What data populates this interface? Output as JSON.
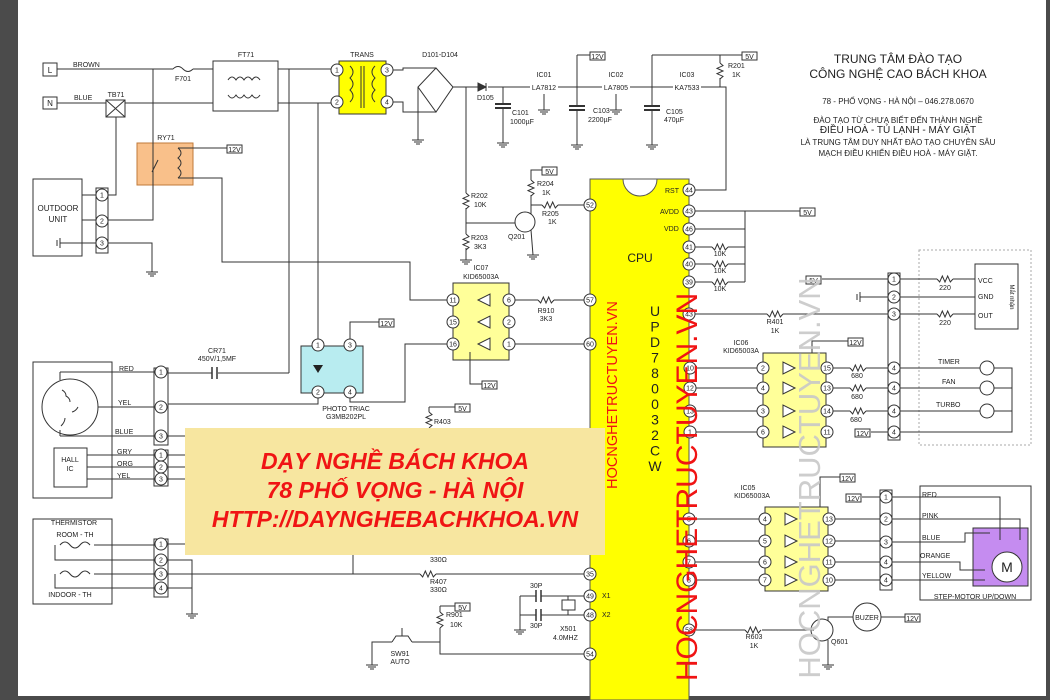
{
  "header": {
    "line1": "TRUNG TÂM ĐÀO TẠO",
    "line2": "CÔNG NGHỆ CAO BÁCH KHOA",
    "address": "78 - PHỐ VỌNG - HÀ NỘI – 046.278.0670",
    "tag1": "ĐÀO TẠO TỪ CHƯA BIẾT ĐẾN THÀNH NGHỀ",
    "tag2": "ĐIỀU HOÀ - TỦ LẠNH - MÁY GIẶT",
    "tag3": "LÀ TRUNG TÂM DUY NHẤT ĐÀO TẠO CHUYÊN SÂU",
    "tag4": "MẠCH ĐIỀU KHIỂN ĐIỀU HOÀ - MÁY GIẶT."
  },
  "banner": {
    "line1": "DẠY NGHỀ BÁCH KHOA",
    "line2": "78 PHỐ VỌNG - HÀ NỘI",
    "line3": "HTTP://DAYNGHEBACHKHOA.VN"
  },
  "watermarks": {
    "small": "HOCNGHETRUCTUYEN.VN",
    "large": "HOCNGHETRUCTUYEN.VN",
    "gray": "HOCNGHETRUCTUYEN.VN"
  },
  "cpu": {
    "label": "CPU",
    "part": "UPD780032CW"
  },
  "colors": {
    "cpu": "#ffff00",
    "ic": "#ffff99",
    "relay": "#f9c08a",
    "triac": "#b8ecf0",
    "motor": "#c58cf0",
    "banner": "#f7e6a0",
    "watermark_red": "#f01414"
  },
  "labels": {
    "L": "L",
    "N": "N",
    "brown": "BROWN",
    "blue_in": "BLUE",
    "tb71": "TB71",
    "f701": "F701",
    "ft71": "FT71",
    "trans": "TRANS",
    "d101": "D101-D104",
    "d105": "D105",
    "c101": "C101",
    "c101v": "1000µF",
    "ic01": "IC01",
    "la7812": "LA7812",
    "ic02": "IC02",
    "la7805": "LA7805",
    "ic03": "IC03",
    "ka7533": "KA7533",
    "c103": "C103",
    "c103v": "2200µF",
    "c105": "C105",
    "c105v": "470µF",
    "r201": "R201",
    "r201v": "1K",
    "ry71": "RY71",
    "outdoor1": "OUTDOOR",
    "outdoor2": "UNIT",
    "r202": "R202",
    "r202v": "10K",
    "r203": "R203",
    "r203v": "3K3",
    "q201": "Q201",
    "r204": "R204",
    "r204v": "1K",
    "r205": "R205",
    "r205v": "1K",
    "ic07": "IC07",
    "ic07p": "KID65003A",
    "r910": "R910",
    "r910v": "3K3",
    "pt1": "PHOTO TRIAC",
    "pt2": "G3MB202PL",
    "cr71": "CR71",
    "cr71v": "450V/1,5MF",
    "red": "RED",
    "yel": "YEL",
    "blue": "BLUE",
    "hall1": "HALL",
    "hall2": "IC",
    "gry": "GRY",
    "org": "ORG",
    "yel2": "YEL",
    "therm": "THERMISTOR",
    "room": "ROOM - TH",
    "indoor": "INDOOR - TH",
    "r403": "R403",
    "r407v0": "330Ω",
    "r407": "R407",
    "r407v": "330Ω",
    "c30a": "30P",
    "c30b": "30P",
    "x501": "X501",
    "x501v": "4.0MHZ",
    "x1": "X1",
    "x2": "X2",
    "r901": "R901",
    "r901v": "10K",
    "sw91": "SW91",
    "auto": "AUTO",
    "rst": "RST",
    "avdd": "AVDD",
    "vdd": "VDD",
    "r10k1": "10K",
    "r10k2": "10K",
    "r10k3": "10K",
    "r401": "R401",
    "r401v": "1K",
    "ic06": "IC06",
    "ic06p": "KID65003A",
    "r680a": "680",
    "r680b": "680",
    "r680c": "680",
    "vcc": "VCC",
    "gnd": "GND",
    "out": "OUT",
    "r220a": "220",
    "r220b": "220",
    "sensor": "Mắt nhận",
    "timer": "TIMER",
    "fan": "FAN",
    "turbo": "TURBO",
    "ic05": "IC05",
    "ic05p": "KID65003A",
    "m_red": "RED",
    "m_pink": "PINK",
    "m_blue": "BLUE",
    "m_orange": "ORANGE",
    "m_yellow": "YELLOW",
    "motor": "M",
    "stepmotor": "STEP-MOTOR UP/DOWN",
    "buzer": "BUZER",
    "r603": "R603",
    "r603v": "1K",
    "q601": "Q601"
  },
  "tags": [
    "12V",
    "5V",
    "12V",
    "5V",
    "12V",
    "12V",
    "5V",
    "5V",
    "5V",
    "5V",
    "12V",
    "12V",
    "12V",
    "12V",
    "12V",
    "12V"
  ],
  "pins": [
    "1",
    "2",
    "3",
    "4",
    "1",
    "2",
    "3",
    "11",
    "15",
    "16",
    "6",
    "2",
    "1",
    "52",
    "57",
    "60",
    "35",
    "49",
    "48",
    "54",
    "44",
    "43",
    "46",
    "41",
    "40",
    "39",
    "43",
    "10",
    "12",
    "13",
    "1",
    "5",
    "6",
    "7",
    "8",
    "58",
    "1",
    "3",
    "2",
    "4",
    "1",
    "2",
    "3",
    "1",
    "2",
    "3",
    "1",
    "2",
    "3",
    "4",
    "2",
    "4",
    "3",
    "6",
    "15",
    "13",
    "14",
    "11",
    "1",
    "2",
    "3",
    "4",
    "4",
    "4",
    "4",
    "4",
    "5",
    "6",
    "7",
    "13",
    "12",
    "11",
    "10",
    "1",
    "2",
    "3",
    "4",
    "4"
  ]
}
